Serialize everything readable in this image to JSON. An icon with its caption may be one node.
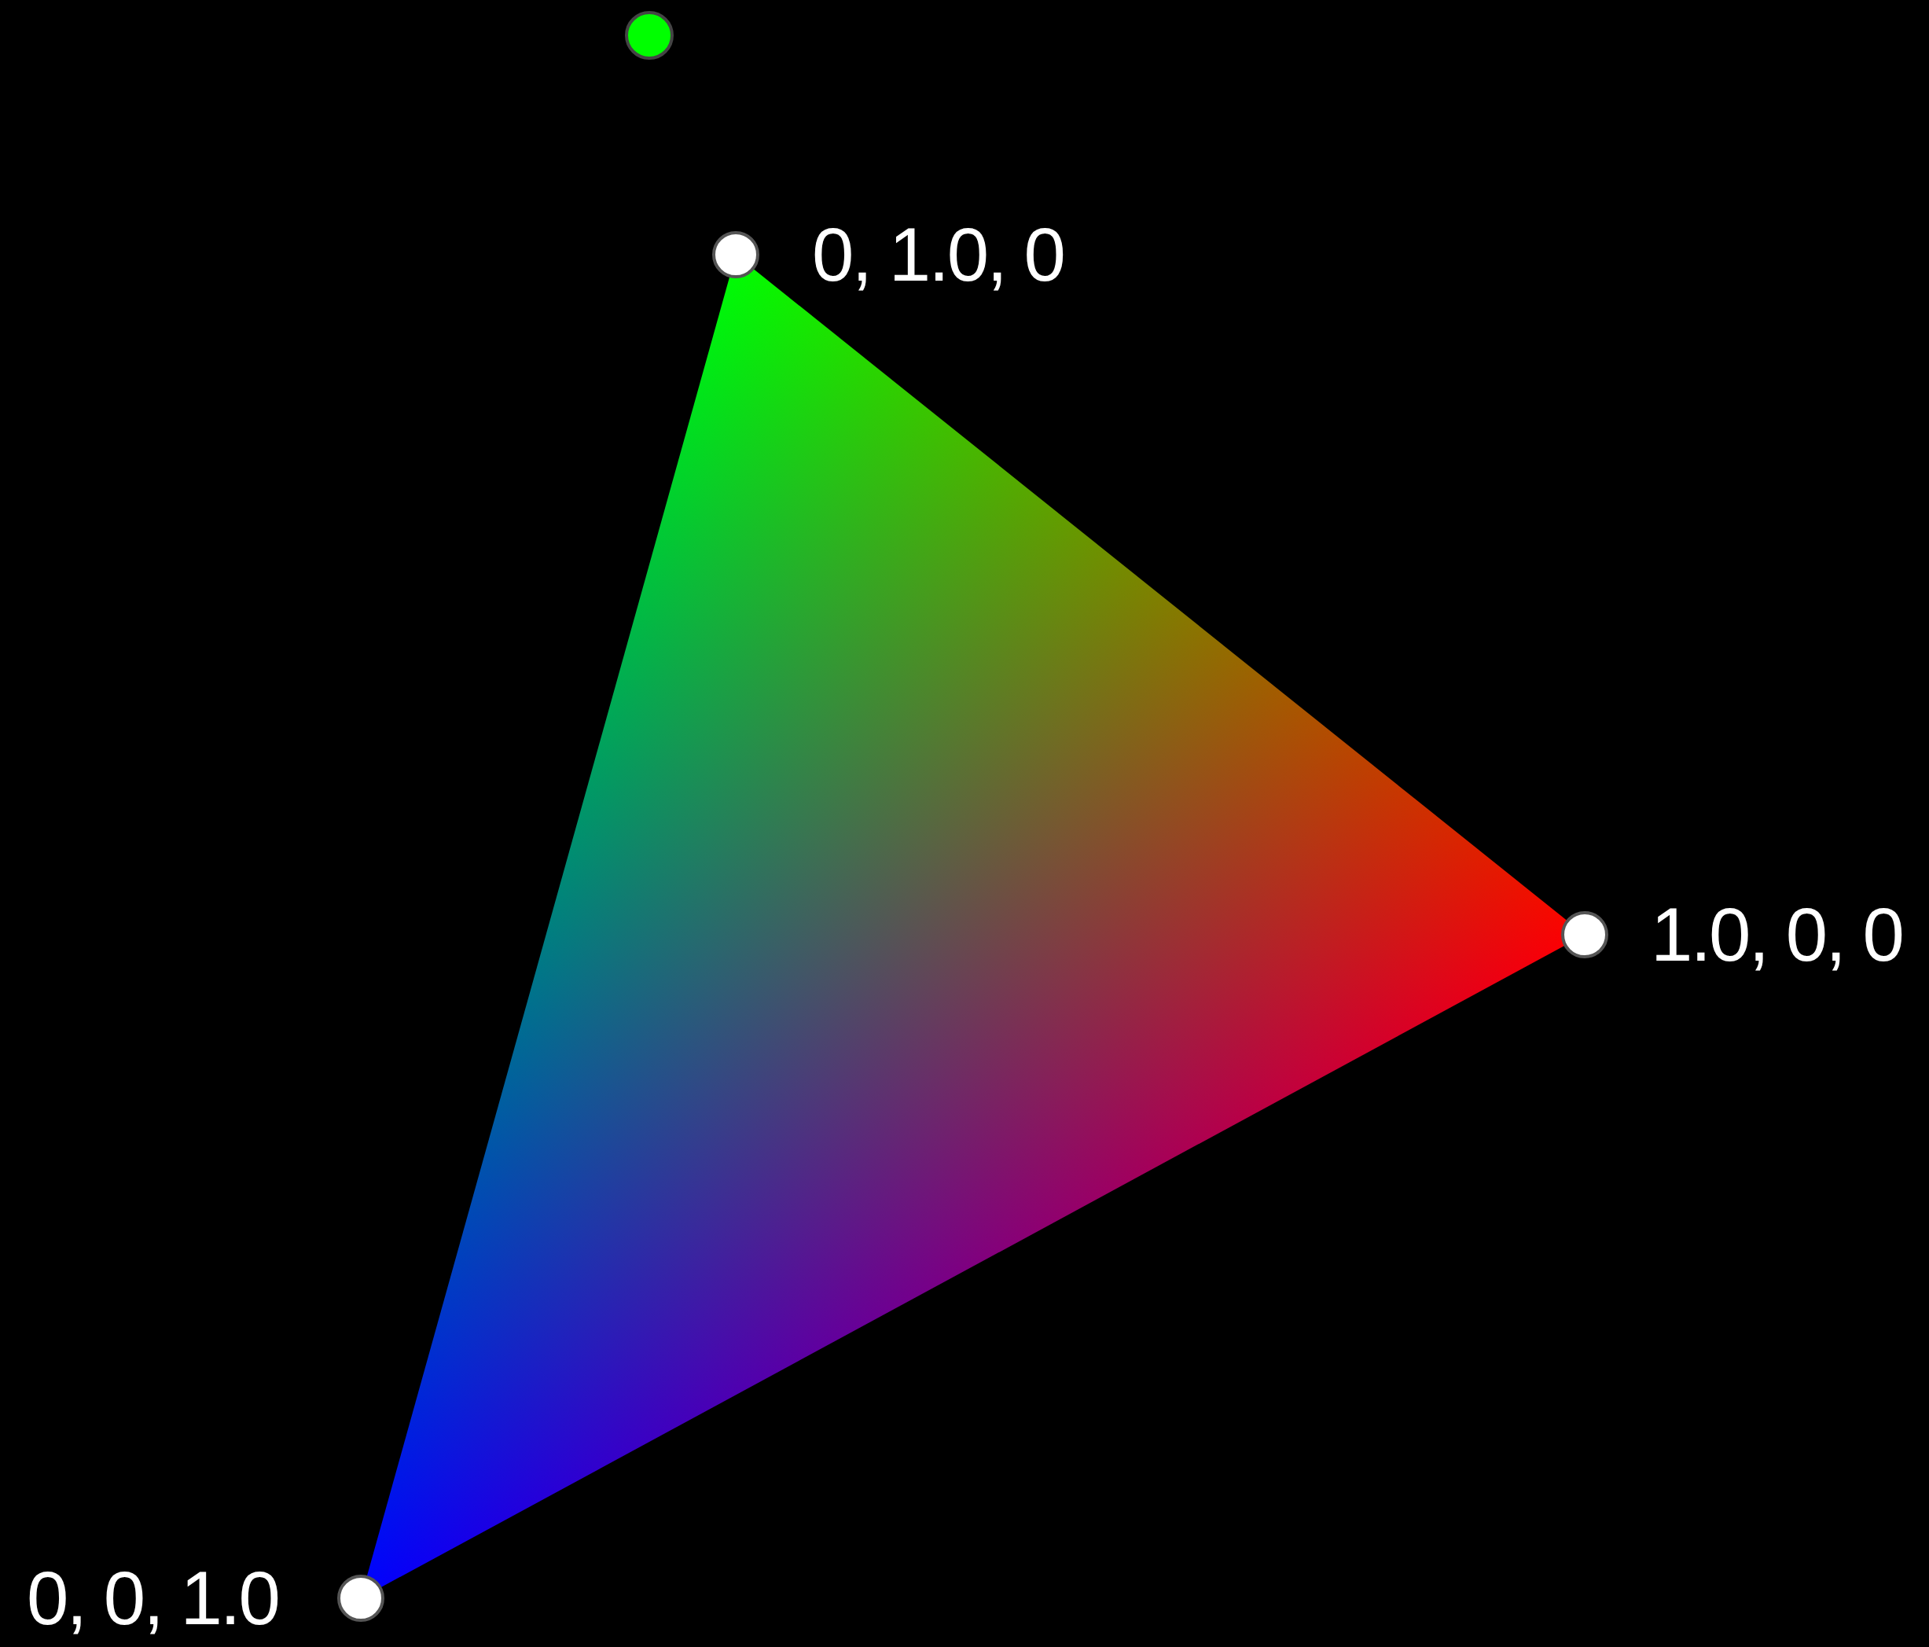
{
  "diagram": {
    "labels": [
      "0, 1.0, 0",
      "1.0, 0, 0",
      "0, 0, 1.0"
    ]
  }
}
